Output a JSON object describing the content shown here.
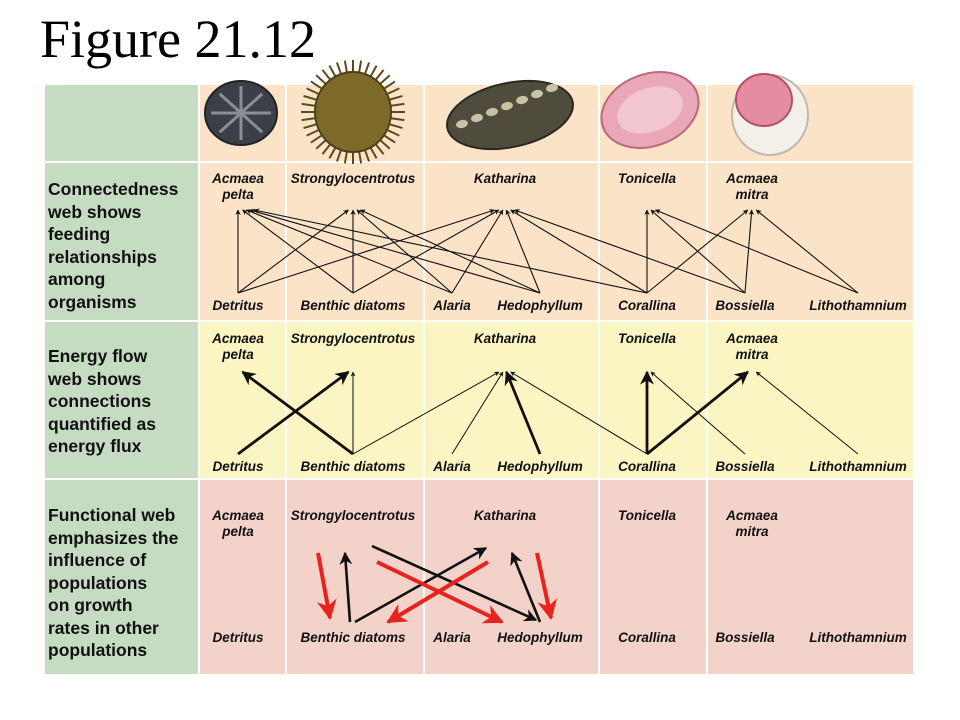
{
  "title": "Figure 21.12",
  "colors": {
    "label_col": "#c6dcc2",
    "row_images": "#fbe3c8",
    "row_connectedness": "#fbe3c8",
    "row_energy": "#fbf4c3",
    "row_functional": "#f2d2c9",
    "arrow_black": "#111111",
    "arrow_red": "#e8221c"
  },
  "species_icons": [
    "limpet-icon",
    "sea-urchin-icon",
    "chiton-katharina-icon",
    "chiton-tonicella-icon",
    "limpet-acmaea-mitra-icon"
  ],
  "rows": [
    {
      "id": "connectedness",
      "label": "Connectedness\nweb shows\nfeeding\nrelationships\namong\norganisms",
      "consumers": [
        "Acmaea\npelta",
        "Strongylocentrotus",
        "Katharina",
        "Tonicella",
        "Acmaea\nmitra"
      ],
      "resources": [
        "Detritus",
        "Benthic diatoms",
        "Alaria",
        "Hedophyllum",
        "Corallina",
        "Bossiella",
        "Lithothamnium"
      ]
    },
    {
      "id": "energy",
      "label": "Energy flow\nweb shows\nconnections\nquantified as\nenergy flux",
      "consumers": [
        "Acmaea\npelta",
        "Strongylocentrotus",
        "Katharina",
        "Tonicella",
        "Acmaea\nmitra"
      ],
      "resources": [
        "Detritus",
        "Benthic diatoms",
        "Alaria",
        "Hedophyllum",
        "Corallina",
        "Bossiella",
        "Lithothamnium"
      ]
    },
    {
      "id": "functional",
      "label": "Functional web\nemphasizes the\ninfluence of\npopulations\non growth\nrates in other\npopulations",
      "consumers": [
        "Acmaea\npelta",
        "Strongylocentrotus",
        "Katharina",
        "Tonicella",
        "Acmaea\nmitra"
      ],
      "resources": [
        "Detritus",
        "Benthic diatoms",
        "Alaria",
        "Hedophyllum",
        "Corallina",
        "Bossiella",
        "Lithothamnium"
      ]
    }
  ],
  "links": {
    "connectedness": [
      [
        "Detritus",
        "Acmaea pelta"
      ],
      [
        "Detritus",
        "Strongylocentrotus"
      ],
      [
        "Detritus",
        "Katharina"
      ],
      [
        "Benthic diatoms",
        "Acmaea pelta"
      ],
      [
        "Benthic diatoms",
        "Strongylocentrotus"
      ],
      [
        "Benthic diatoms",
        "Katharina"
      ],
      [
        "Alaria",
        "Acmaea pelta"
      ],
      [
        "Alaria",
        "Strongylocentrotus"
      ],
      [
        "Alaria",
        "Katharina"
      ],
      [
        "Hedophyllum",
        "Acmaea pelta"
      ],
      [
        "Hedophyllum",
        "Strongylocentrotus"
      ],
      [
        "Hedophyllum",
        "Katharina"
      ],
      [
        "Corallina",
        "Acmaea pelta"
      ],
      [
        "Corallina",
        "Katharina"
      ],
      [
        "Corallina",
        "Tonicella"
      ],
      [
        "Corallina",
        "Acmaea mitra"
      ],
      [
        "Bossiella",
        "Katharina"
      ],
      [
        "Bossiella",
        "Tonicella"
      ],
      [
        "Bossiella",
        "Acmaea mitra"
      ],
      [
        "Lithothamnium",
        "Tonicella"
      ],
      [
        "Lithothamnium",
        "Acmaea mitra"
      ]
    ],
    "energy": [
      {
        "from": "Detritus",
        "to": "Strongylocentrotus",
        "w": "heavy"
      },
      {
        "from": "Benthic diatoms",
        "to": "Acmaea pelta",
        "w": "heavy"
      },
      {
        "from": "Benthic diatoms",
        "to": "Strongylocentrotus",
        "w": "light"
      },
      {
        "from": "Benthic diatoms",
        "to": "Katharina",
        "w": "light"
      },
      {
        "from": "Alaria",
        "to": "Katharina",
        "w": "light"
      },
      {
        "from": "Hedophyllum",
        "to": "Katharina",
        "w": "heavy"
      },
      {
        "from": "Corallina",
        "to": "Katharina",
        "w": "light"
      },
      {
        "from": "Corallina",
        "to": "Tonicella",
        "w": "heavy"
      },
      {
        "from": "Corallina",
        "to": "Acmaea mitra",
        "w": "heavy"
      },
      {
        "from": "Bossiella",
        "to": "Tonicella",
        "w": "light"
      },
      {
        "from": "Lithothamnium",
        "to": "Acmaea mitra",
        "w": "light"
      }
    ],
    "functional": [
      {
        "from": "Benthic diatoms",
        "to": "Strongylocentrotus",
        "c": "black"
      },
      {
        "from": "Benthic diatoms",
        "to": "Katharina",
        "c": "black"
      },
      {
        "from": "Strongylocentrotus",
        "to": "Hedophyllum",
        "c": "black"
      },
      {
        "from": "Hedophyllum",
        "to": "Katharina",
        "c": "black"
      },
      {
        "from": "Strongylocentrotus",
        "to": "Benthic diatoms",
        "c": "red"
      },
      {
        "from": "Katharina",
        "to": "Benthic diatoms",
        "c": "red"
      },
      {
        "from": "Strongylocentrotus",
        "to": "Hedophyllum",
        "c": "red"
      },
      {
        "from": "Katharina",
        "to": "Hedophyllum",
        "c": "red"
      }
    ]
  }
}
